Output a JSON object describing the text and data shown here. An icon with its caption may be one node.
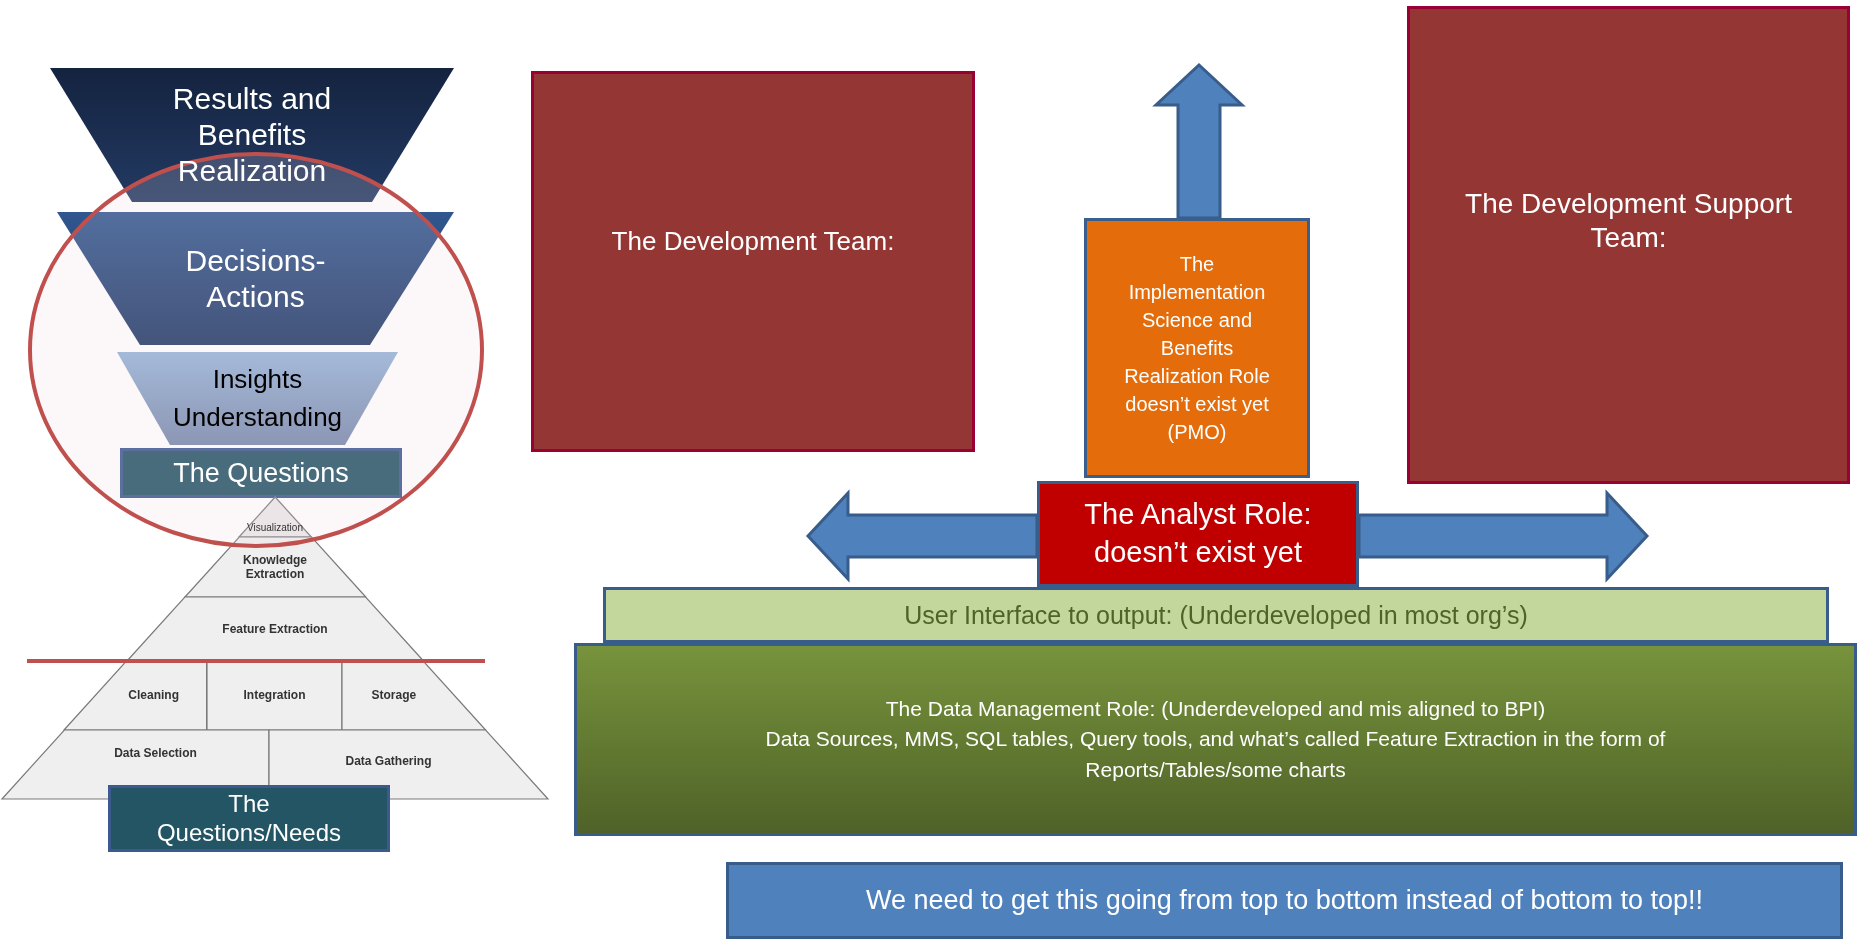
{
  "diagram": {
    "nodes": [
      {
        "text": [
          "Results and Benefits Realization"
        ]
      },
      {
        "text": [
          "Decisions- Actions"
        ]
      },
      {
        "text": [
          "Insights Understanding"
        ]
      },
      {
        "text": [
          "The Questions"
        ]
      },
      {
        "text": [
          "Visualization"
        ]
      },
      {
        "text": [
          "Knowledge Extraction"
        ]
      },
      {
        "text": [
          "Feature Extraction"
        ]
      },
      {
        "text": [
          "Cleaning"
        ]
      },
      {
        "text": [
          "Integration"
        ]
      },
      {
        "text": [
          "Storage"
        ]
      },
      {
        "text": [
          "Data Selection"
        ]
      },
      {
        "text": [
          "Data Gathering"
        ]
      },
      {
        "text": [
          "The Questions/Needs"
        ]
      },
      {
        "text": [
          "The Development Team:"
        ]
      },
      {
        "text": [
          "The Implementation Science and Benefits Realization Role doesn’t exist yet (PMO)"
        ]
      },
      {
        "text": [
          "The Development Support Team:"
        ]
      },
      {
        "text": [
          "The Analyst Role: doesn’t exist yet"
        ]
      },
      {
        "text": [
          "User Interface to output: (Underdeveloped in most org’s)"
        ]
      },
      {
        "text": [
          "The Data Management Role: (Underdeveloped and mis aligned to BPI)",
          "Data Sources, MMS, SQL tables, Query tools, and what’s called Feature Extraction in the form of Reports/Tables/some charts"
        ]
      },
      {
        "text": [
          "We need to get this going from top to bottom instead of bottom to top!!"
        ]
      }
    ],
    "edges": [
      {
        "from": 14,
        "to": null,
        "arrow": "to",
        "style": "thick"
      },
      {
        "from": 16,
        "to": null,
        "arrow": "to",
        "style": "thick"
      },
      {
        "from": 16,
        "to": null,
        "arrow": "to",
        "style": "thick"
      }
    ]
  }
}
